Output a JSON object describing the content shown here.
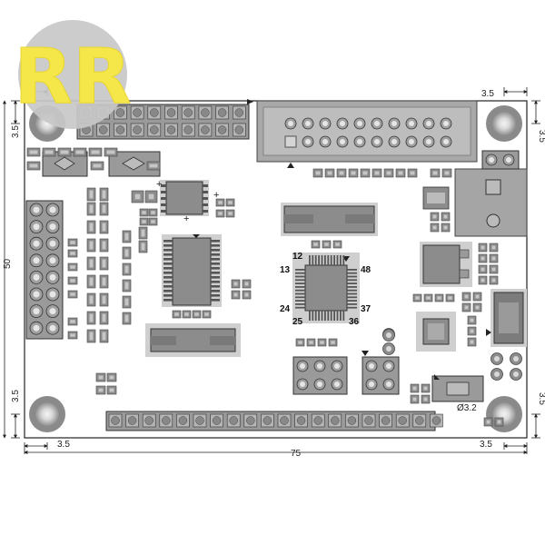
{
  "logo": {
    "text": "RR",
    "accent": "#f5e64a",
    "background": "#c8c8c8"
  },
  "dimensions": {
    "hole_offset": "3.5",
    "board_width": "75",
    "board_height": "50",
    "hole_diameter": "Ø3.2"
  },
  "mcu_pins": {
    "pin_12": "12",
    "pin_13": "13",
    "pin_24": "24",
    "pin_25": "25",
    "pin_36": "36",
    "pin_37": "37",
    "pin_48": "48"
  },
  "colors": {
    "board_outline": "#222222",
    "component_fill": "#8c8c8c",
    "component_dark": "#555555",
    "pad_fill": "#d0d0d0",
    "hole_fill": "#a6a6a6"
  }
}
